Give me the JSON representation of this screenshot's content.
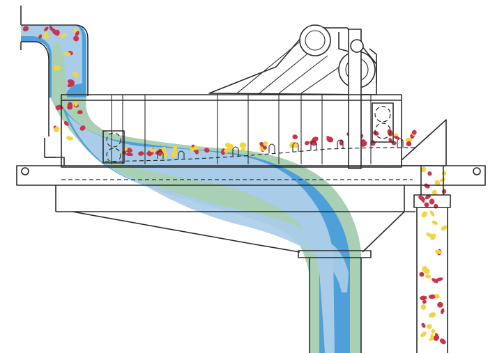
{
  "diagram": {
    "kind": "shale shaker / screen separator cross-section",
    "colors": {
      "fluid_light": "#a9cde8",
      "fluid_mid": "#4f9fd9",
      "fluid_green": "#a9d0b4",
      "solid_red": "#c8344a",
      "solid_yellow": "#f2d43c",
      "outline": "#2a2a2a",
      "background": "#ffffff"
    },
    "parts": [
      "feed-pipe",
      "screen-basket",
      "vibrator-motor",
      "support-frame",
      "collection-tank",
      "fluid-outlet-pipe",
      "solids-discharge-chute"
    ]
  }
}
